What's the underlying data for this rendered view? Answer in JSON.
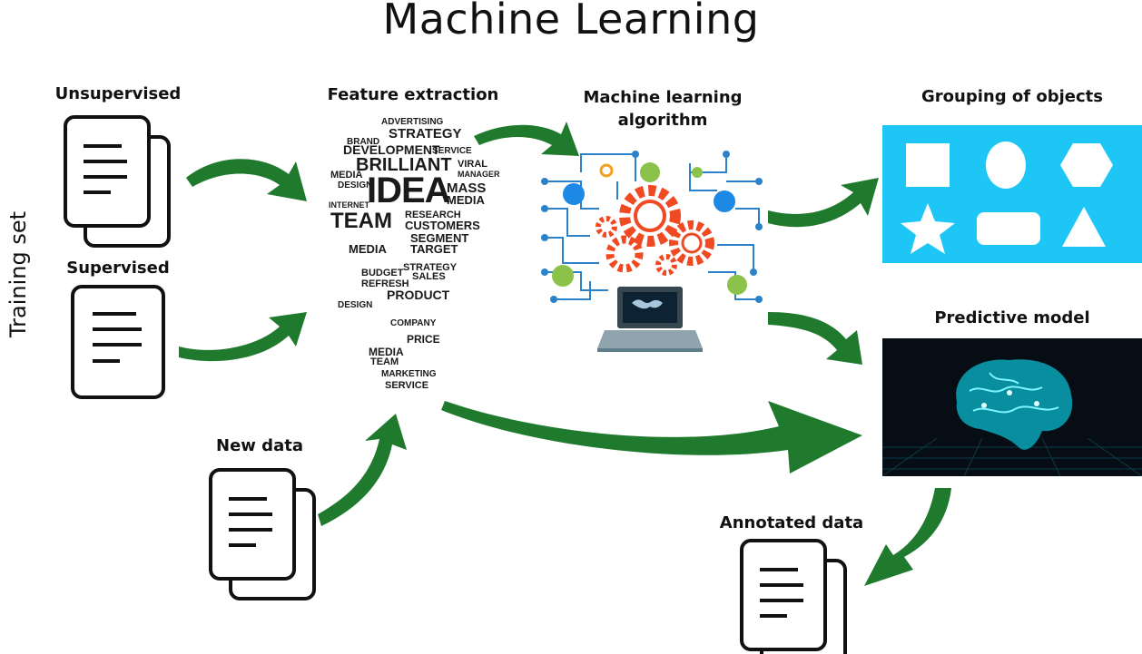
{
  "title": "Machine Learning",
  "side_label": "Training set",
  "labels": {
    "unsupervised": "Unsupervised",
    "supervised": "Supervised",
    "new_data": "New data",
    "feature_extraction": "Feature extraction",
    "ml_algorithm_line1": "Machine learning",
    "ml_algorithm_line2": "algorithm",
    "grouping": "Grouping of objects",
    "predictive": "Predictive model",
    "annotated": "Annotated data"
  },
  "word_cloud": {
    "w1": "ADVERTISING",
    "w2": "STRATEGY",
    "w3": "BRAND",
    "w4": "DEVELOPMENT",
    "w5": "SERVICE",
    "w6": "BRILLIANT",
    "w7": "MEDIA",
    "w8": "VIRAL",
    "w9": "IDEA",
    "w10": "MASS",
    "w11": "MEDIA",
    "w12": "TEAM",
    "w13": "RESEARCH",
    "w14": "CUSTOMERS",
    "w15": "SEGMENT",
    "w16": "MEDIA",
    "w17": "TARGET",
    "w18": "STRATEGY",
    "w19": "PRODUCT",
    "w20": "DESIGN",
    "w21": "PRICE",
    "w22": "MEDIA",
    "w23": "TEAM",
    "w24": "MARKETING",
    "w25": "SERVICE",
    "w26": "DESIGN",
    "w27": "MANAGER",
    "w28": "INTERNET",
    "w29": "BUDGET",
    "w30": "REFRESH",
    "w31": "SALES",
    "w32": "COMPANY"
  },
  "colors": {
    "arrow_green": "#1f7a2e",
    "grouping_bg": "#1ec6f5",
    "predictive_bg": "#060d14",
    "gear_orange": "#f04a23",
    "circuit_blue": "#2c82c9"
  },
  "icons": [
    "document-icon",
    "arrow-icon",
    "lightbulb-icon",
    "gear-icon",
    "laptop-icon",
    "brain-icon",
    "shape-square-icon",
    "shape-circle-icon",
    "shape-hexagon-icon",
    "shape-star-icon",
    "shape-rectangle-icon",
    "shape-triangle-icon"
  ]
}
